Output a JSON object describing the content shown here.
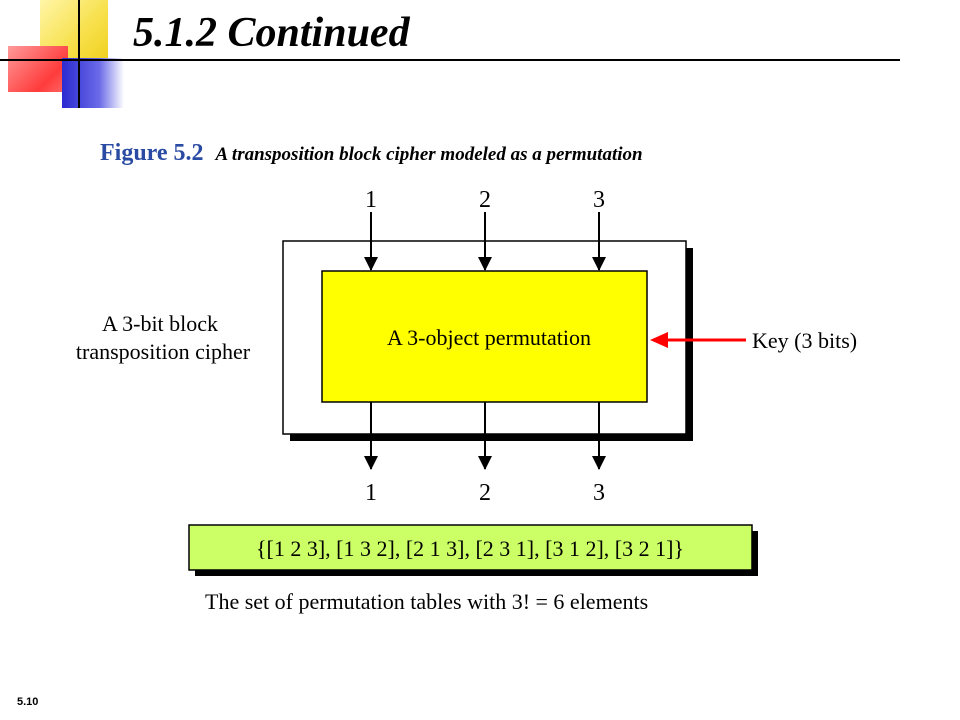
{
  "slide": {
    "title": "5.1.2 Continued",
    "number": "5.10"
  },
  "figure": {
    "label": "Figure 5.2",
    "caption": "A transposition block cipher modeled as a permutation"
  },
  "diagram": {
    "input_labels": [
      "1",
      "2",
      "3"
    ],
    "output_labels": [
      "1",
      "2",
      "3"
    ],
    "outer_label_line1": "A 3-bit block",
    "outer_label_line2": "transposition cipher",
    "inner_label": "A 3-object permutation",
    "key_label": "Key (3 bits)",
    "permutation_set": "{[1 2 3], [1 3 2], [2 1 3], [2 3 1], [3 1 2], [3 2 1]}",
    "set_caption": "The set of permutation tables with 3! = 6 elements",
    "colors": {
      "inner_fill": "#ffff00",
      "set_fill": "#ccff66",
      "key_arrow": "#ff0000",
      "caption_accent": "#2a4ba3"
    }
  }
}
